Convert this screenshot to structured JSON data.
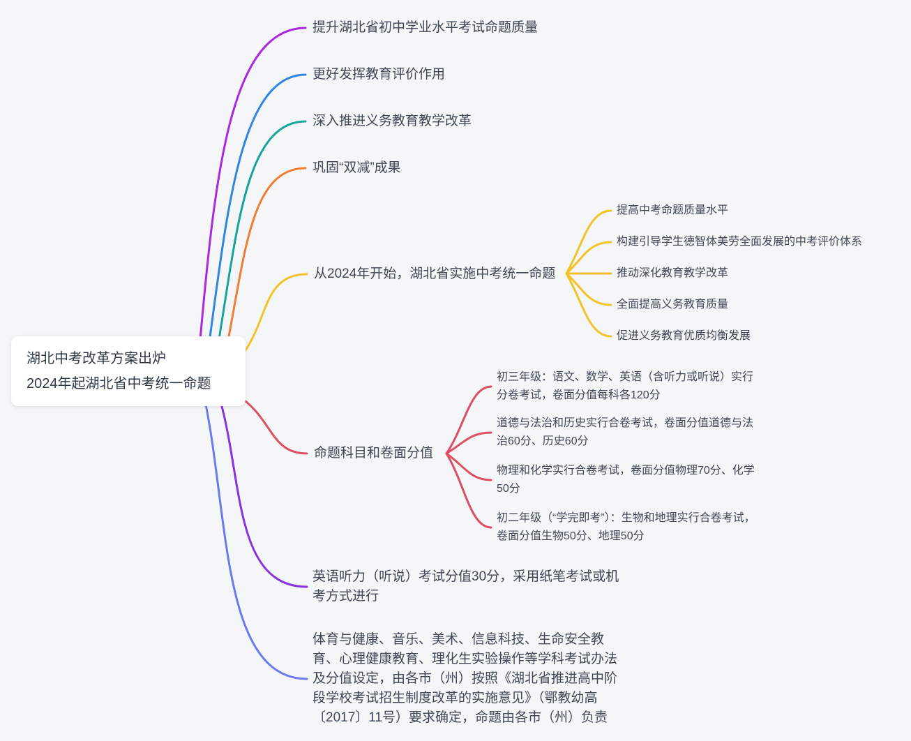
{
  "background_color": "#f5f6f7",
  "text_color": "#3e4756",
  "root": {
    "title_line1": "湖北中考改革方案出炉",
    "title_line2": "2024年起湖北省中考统一命题"
  },
  "branches": [
    {
      "label": "提升湖北省初中学业水平考试命题质量",
      "color": "#ae27e0",
      "children": []
    },
    {
      "label": "更好发挥教育评价作用",
      "color": "#2e86e0",
      "children": []
    },
    {
      "label": "深入推进义务教育教学改革",
      "color": "#16a39c",
      "children": []
    },
    {
      "label": "巩固“双减”成果",
      "color": "#ef7d33",
      "children": []
    },
    {
      "label": "从2024年开始，湖北省实施中考统一命题",
      "color": "#f3c229",
      "children": [
        {
          "label": "提高中考命题质量水平"
        },
        {
          "label": "构建引导学生德智体美劳全面发展的中考评价体系"
        },
        {
          "label": "推动深化教育教学改革"
        },
        {
          "label": "全面提高义务教育质量"
        },
        {
          "label": "促进义务教育优质均衡发展"
        }
      ]
    },
    {
      "label": "命题科目和卷面分值",
      "color": "#dd4e63",
      "children": [
        {
          "label": "初三年级：语文、数学、英语（含听力或听说）实行分卷考试，卷面分值每科各120分"
        },
        {
          "label": "道德与法治和历史实行合卷考试，卷面分值道德与法治60分、历史60分"
        },
        {
          "label": "物理和化学实行合卷考试，卷面分值物理70分、化学50分"
        },
        {
          "label": "初二年级（“学完即考”）：生物和地理实行合卷考试，卷面分值生物50分、地理50分"
        }
      ]
    },
    {
      "label": "英语听力（听说）考试分值30分，采用纸笔考试或机考方式进行",
      "color": "#8833dd",
      "children": []
    },
    {
      "label": "体育与健康、音乐、美术、信息科技、生命安全教育、心理健康教育、理化生实验操作等学科考试办法及分值设定，由各市（州）按照《湖北省推进高中阶段学校考试招生制度改革的实施意见》（鄂教幼高〔2017〕11号）要求确定，命题由各市（州）负责",
      "color": "#6b78f0",
      "children": []
    }
  ]
}
